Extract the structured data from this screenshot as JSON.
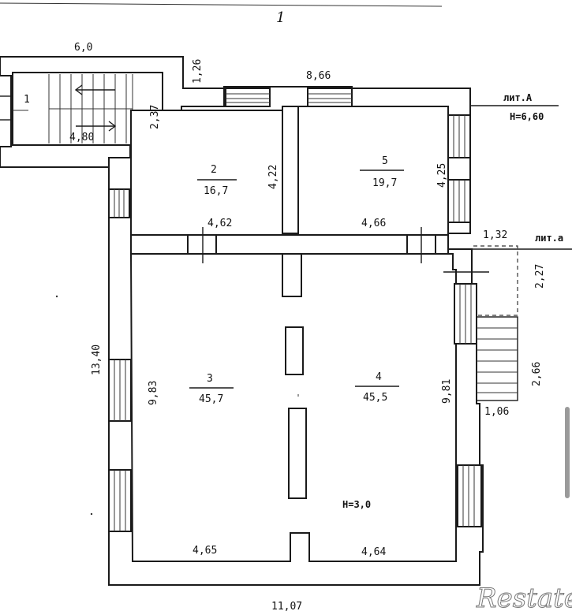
{
  "sheet_number": "1",
  "watermark": "Restate",
  "rooms": [
    {
      "id": "1",
      "number": "1",
      "area": ""
    },
    {
      "id": "2",
      "number": "2",
      "area": "16,7"
    },
    {
      "id": "3",
      "number": "3",
      "area": "45,7"
    },
    {
      "id": "4",
      "number": "4",
      "area": "45,5"
    },
    {
      "id": "5",
      "number": "5",
      "area": "19,7"
    }
  ],
  "dimensions": {
    "top_left": "6,0",
    "top_mid": "8,66",
    "bottom": "11,07",
    "stair_wall": "1,26",
    "room1_width": "4,80",
    "room1_depth": "2,37",
    "room2_height": "4,22",
    "room5_height": "4,25",
    "room2_width": "4,62",
    "room5_width": "4,66",
    "left_total": "13,40",
    "room3_height": "9,83",
    "room4_height": "9,81",
    "porch_width": "1,32",
    "porch_depth": "2,27",
    "stair_length": "2,66",
    "stair_width": "1,06",
    "room3_width": "4,65",
    "room4_width": "4,64"
  },
  "labels": {
    "lit_a": "лит.А",
    "height_main": "Н=6,60",
    "lit_a2": "лит.а",
    "height_room": "Н=3,0"
  }
}
